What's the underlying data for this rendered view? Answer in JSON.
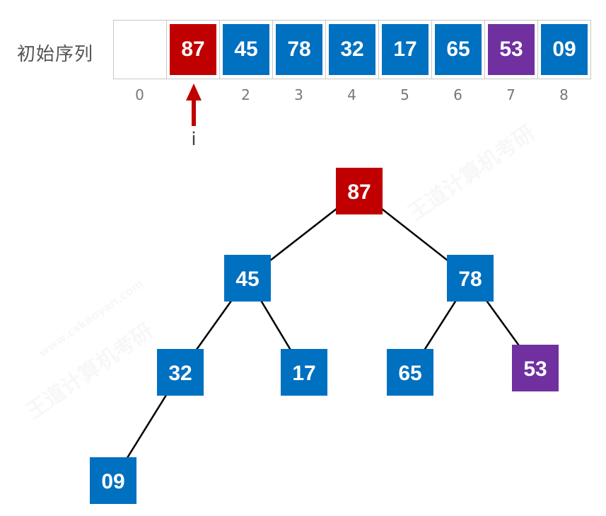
{
  "sequence": {
    "label": "初始序列",
    "cells": [
      {
        "value": "",
        "color": "#ffffff"
      },
      {
        "value": "87",
        "color": "#c00000"
      },
      {
        "value": "45",
        "color": "#0070c0"
      },
      {
        "value": "78",
        "color": "#0070c0"
      },
      {
        "value": "32",
        "color": "#0070c0"
      },
      {
        "value": "17",
        "color": "#0070c0"
      },
      {
        "value": "65",
        "color": "#0070c0"
      },
      {
        "value": "53",
        "color": "#7030a0"
      },
      {
        "value": "09",
        "color": "#0070c0"
      }
    ],
    "indices": [
      "0",
      "",
      "2",
      "3",
      "4",
      "5",
      "6",
      "7",
      "8"
    ],
    "pointer": {
      "label": "i",
      "target_index": 1,
      "color": "#c00000"
    }
  },
  "tree": {
    "nodes": [
      {
        "value": "87",
        "color": "#c00000"
      },
      {
        "value": "45",
        "color": "#0070c0"
      },
      {
        "value": "78",
        "color": "#0070c0"
      },
      {
        "value": "32",
        "color": "#0070c0"
      },
      {
        "value": "17",
        "color": "#0070c0"
      },
      {
        "value": "65",
        "color": "#0070c0"
      },
      {
        "value": "53",
        "color": "#7030a0"
      },
      {
        "value": "09",
        "color": "#0070c0"
      }
    ],
    "edges": [
      [
        0,
        1
      ],
      [
        0,
        2
      ],
      [
        1,
        3
      ],
      [
        1,
        4
      ],
      [
        2,
        5
      ],
      [
        2,
        6
      ],
      [
        3,
        7
      ]
    ]
  },
  "watermark": {
    "brand": "王道计算机考研",
    "url": "www.cskaoyan.com"
  }
}
